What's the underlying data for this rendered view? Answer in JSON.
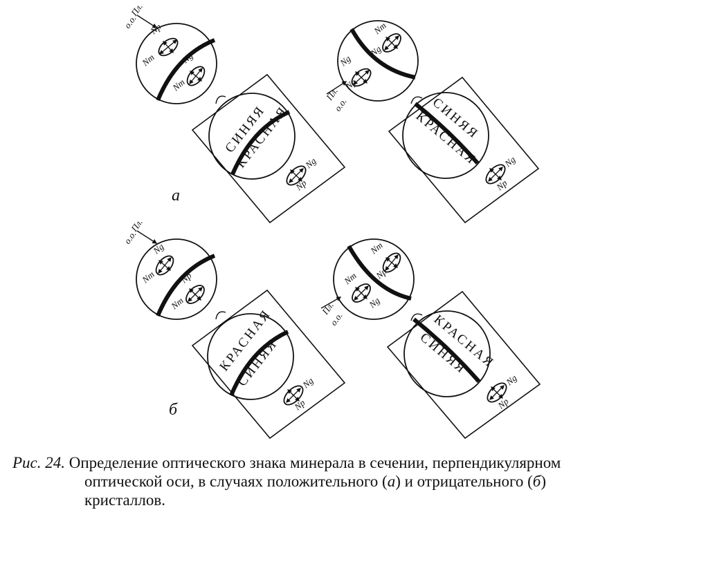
{
  "figure": {
    "panel_labels": [
      "а",
      "б"
    ],
    "pointer_label_top": "Пл.",
    "pointer_label_bottom": "о.о.",
    "axes": {
      "ng": "Ng",
      "np": "Np",
      "nm": "Nm"
    },
    "band_words": {
      "blue": "СИНЯЯ",
      "red": "КРАСНАЯ"
    }
  },
  "caption": {
    "number": "Рис. 24.",
    "line1": "Определение оптического знака минерала в сечении, перпендикулярном",
    "line2_a": "оптической оси, в случаях положительного (",
    "mark_a": "а",
    "line2_b": ") и отрицательного (",
    "mark_b": "б",
    "line2_c": ")",
    "line3": "кристаллов."
  }
}
